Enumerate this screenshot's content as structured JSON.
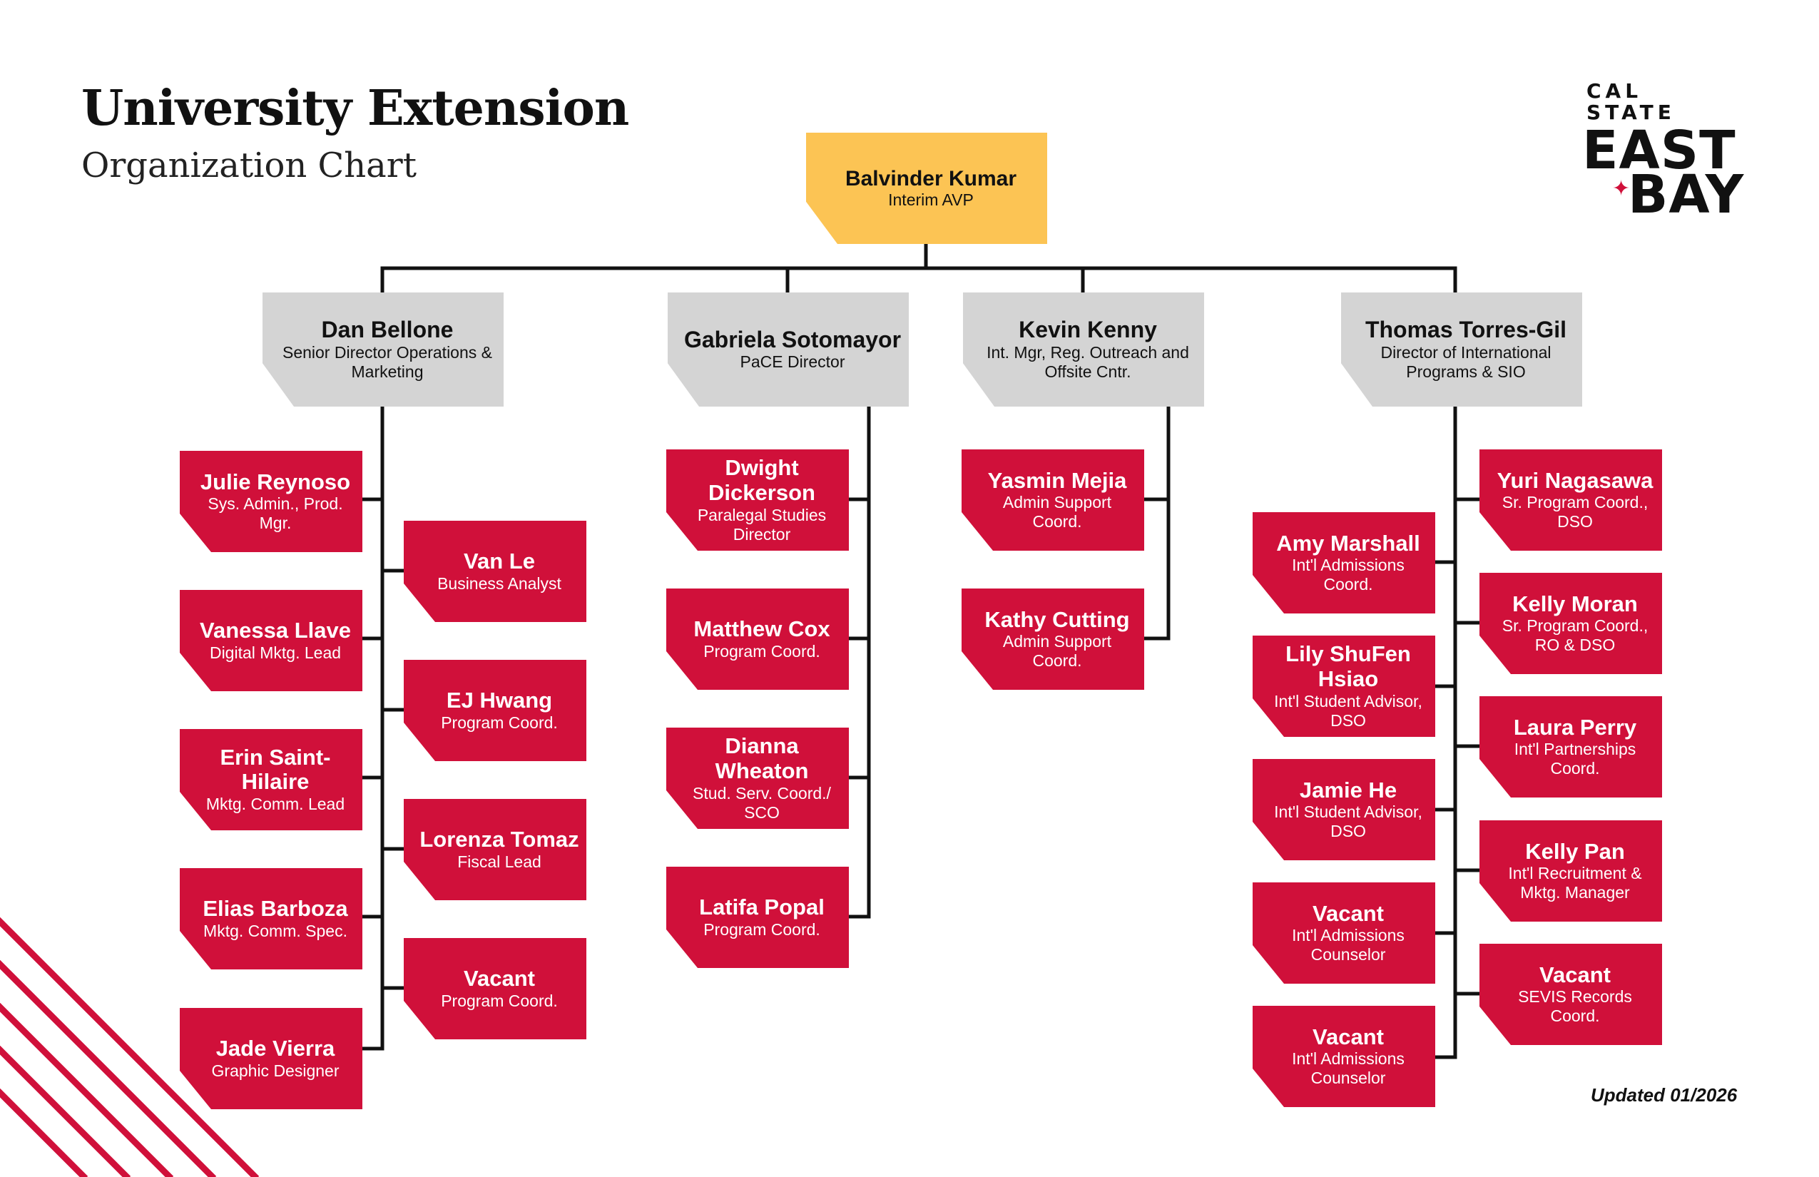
{
  "header": {
    "title": "University Extension",
    "subtitle": "Organization Chart"
  },
  "logo": {
    "line1": "CAL",
    "line2": "STATE",
    "line3": "EAST",
    "line4": "BAY"
  },
  "updated": "Updated 01/2026",
  "colors": {
    "red": "#d0103a",
    "gray": "#d4d4d4",
    "gold": "#fcc454",
    "line": "#111111"
  },
  "org": {
    "top": {
      "name": "Balvinder Kumar",
      "role": "Interim AVP"
    },
    "directors": [
      {
        "name": "Dan Bellone",
        "role": "Senior Director Operations & Marketing"
      },
      {
        "name": "Gabriela Sotomayor",
        "role": "PaCE Director"
      },
      {
        "name": "Kevin Kenny",
        "role": "Int. Mgr, Reg. Outreach and Offsite Cntr."
      },
      {
        "name": "Thomas Torres-Gil",
        "role": "Director of International Programs & SIO"
      }
    ],
    "dan_left": [
      {
        "name": "Julie Reynoso",
        "role": "Sys. Admin., Prod. Mgr."
      },
      {
        "name": "Vanessa Llave",
        "role": "Digital Mktg. Lead"
      },
      {
        "name": "Erin Saint-Hilaire",
        "role": "Mktg. Comm. Lead"
      },
      {
        "name": "Elias Barboza",
        "role": "Mktg. Comm. Spec."
      },
      {
        "name": "Jade Vierra",
        "role": "Graphic Designer"
      }
    ],
    "dan_right": [
      {
        "name": "Van Le",
        "role": "Business Analyst"
      },
      {
        "name": "EJ Hwang",
        "role": "Program Coord."
      },
      {
        "name": "Lorenza Tomaz",
        "role": "Fiscal Lead"
      },
      {
        "name": "Vacant",
        "role": "Program Coord."
      }
    ],
    "gabriela_team": [
      {
        "name": "Dwight Dickerson",
        "role": "Paralegal Studies Director"
      },
      {
        "name": "Matthew Cox",
        "role": "Program Coord."
      },
      {
        "name": "Dianna Wheaton",
        "role": "Stud. Serv. Coord./ SCO"
      },
      {
        "name": "Latifa Popal",
        "role": "Program Coord."
      }
    ],
    "kevin_team": [
      {
        "name": "Yasmin Mejia",
        "role": "Admin Support Coord."
      },
      {
        "name": "Kathy Cutting",
        "role": "Admin Support Coord."
      }
    ],
    "thomas_left": [
      {
        "name": "Amy Marshall",
        "role": "Int'l Admissions Coord."
      },
      {
        "name": "Lily ShuFen Hsiao",
        "role": "Int'l Student Advisor, DSO"
      },
      {
        "name": "Jamie He",
        "role": "Int'l Student Advisor, DSO"
      },
      {
        "name": "Vacant",
        "role": "Int'l Admissions Counselor"
      },
      {
        "name": "Vacant",
        "role": "Int'l Admissions Counselor"
      }
    ],
    "thomas_right": [
      {
        "name": "Yuri Nagasawa",
        "role": "Sr. Program Coord., DSO"
      },
      {
        "name": "Kelly Moran",
        "role": "Sr. Program Coord., RO & DSO"
      },
      {
        "name": "Laura Perry",
        "role": "Int'l Partnerships Coord."
      },
      {
        "name": "Kelly Pan",
        "role": "Int'l Recruitment & Mktg. Manager"
      },
      {
        "name": "Vacant",
        "role": "SEVIS Records Coord."
      }
    ]
  }
}
